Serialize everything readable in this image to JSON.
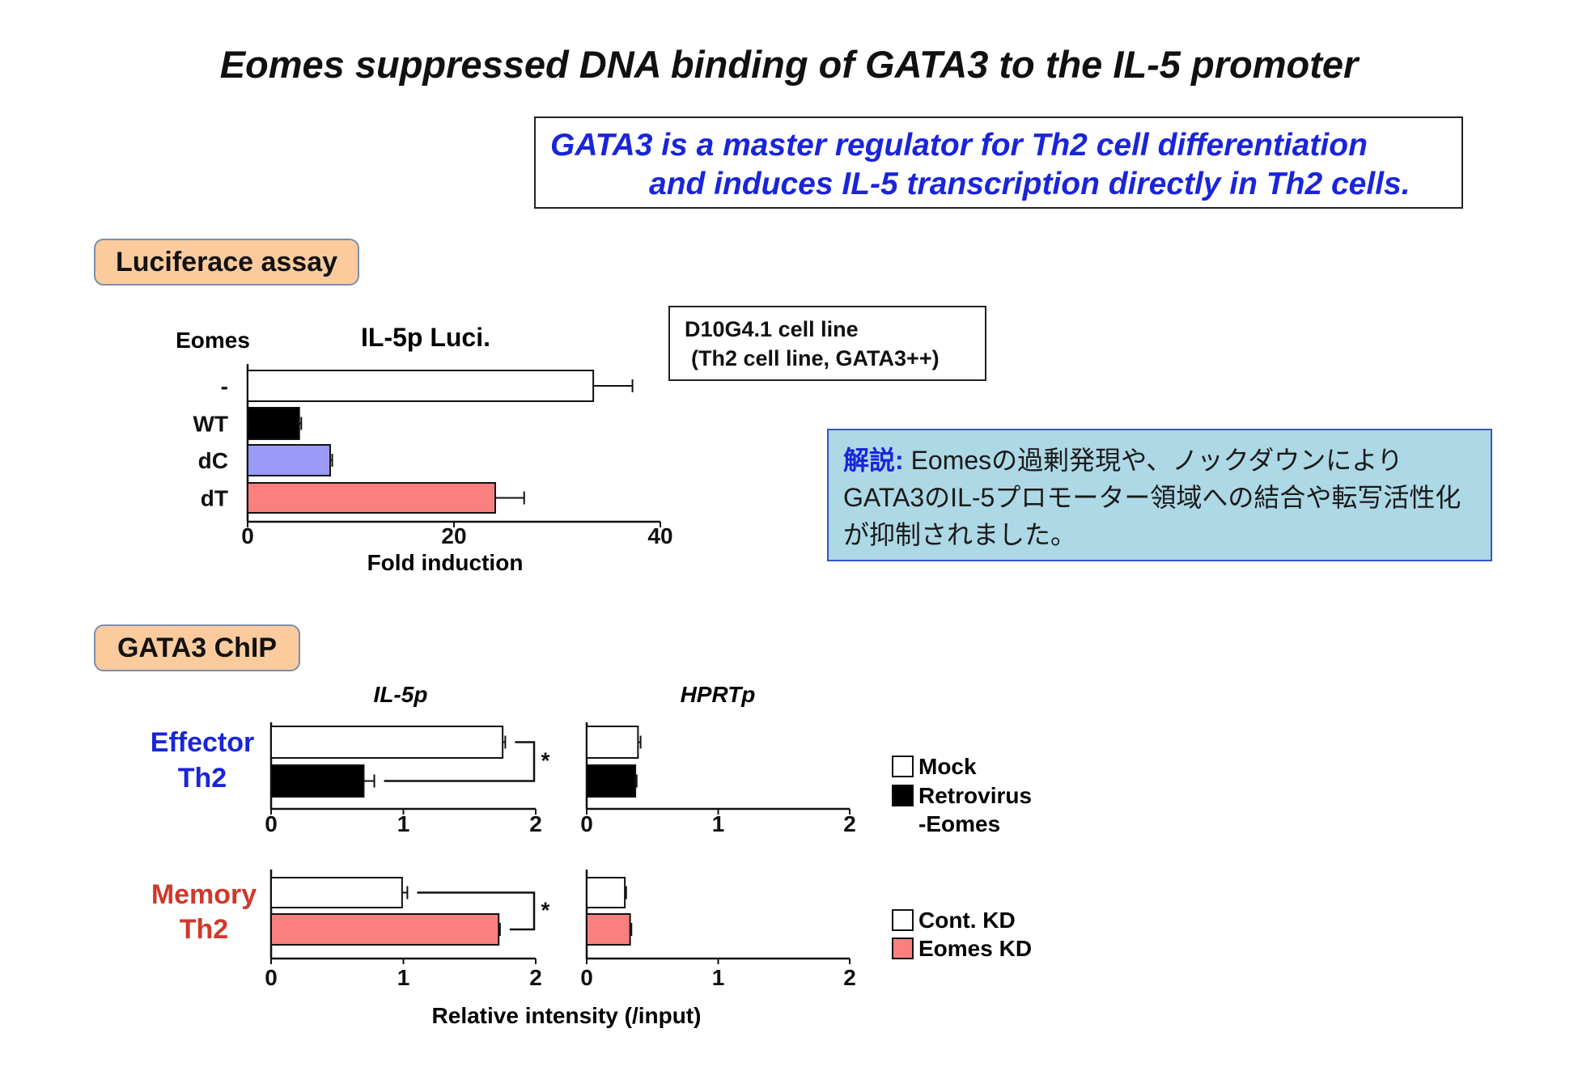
{
  "page_title": "Eomes suppressed DNA binding of GATA3 to the IL-5 promoter",
  "intro": {
    "line1": "GATA3 is a master regulator for Th2 cell differentiation",
    "line2": "and induces IL-5 transcription directly in Th2 cells."
  },
  "sections": {
    "luciferase": "Luciferace assay",
    "chip": "GATA3 ChIP"
  },
  "cell_line": {
    "line1": "D10G4.1 cell line",
    "line2": "(Th2 cell line, GATA3++)"
  },
  "note": {
    "label": "解説:",
    "text": " Eomesの過剰発現や、ノックダウンによりGATA3のIL-5プロモーター領域への結合や転写活性化が抑制されました。"
  },
  "colors": {
    "blue_text": "#1a25d8",
    "red_text": "#d0382a",
    "black_bar": "#000000",
    "purple_bar": "#9b9bf7",
    "pink_bar": "#fa8080",
    "white_bar": "#ffffff"
  },
  "chart_data": [
    {
      "id": "luc",
      "type": "bar",
      "orientation": "horizontal",
      "title": "IL-5p Luci.",
      "category_header": "Eomes",
      "categories": [
        "-",
        "WT",
        "dC",
        "dT"
      ],
      "values": [
        33.5,
        5,
        8,
        24
      ],
      "errors": [
        3.8,
        0.2,
        0.2,
        2.8
      ],
      "colors": [
        "#ffffff",
        "#000000",
        "#9b9bf7",
        "#fa8080"
      ],
      "xlabel": "Fold induction",
      "xlim": [
        0,
        40
      ],
      "xticks": [
        0,
        20,
        40
      ]
    },
    {
      "id": "eff_il5",
      "type": "bar",
      "orientation": "horizontal",
      "title": "IL-5p",
      "row_label": "Effector Th2",
      "values": [
        1.75,
        0.7
      ],
      "errors": [
        0.02,
        0.08
      ],
      "colors": [
        "#ffffff",
        "#000000"
      ],
      "xlim": [
        0,
        2
      ],
      "xticks": [
        0,
        1,
        2
      ],
      "significance": "*"
    },
    {
      "id": "eff_hprt",
      "type": "bar",
      "orientation": "horizontal",
      "title": "HPRTp",
      "values": [
        0.39,
        0.37
      ],
      "errors": [
        0.02,
        0.01
      ],
      "colors": [
        "#ffffff",
        "#000000"
      ],
      "xlim": [
        0,
        2
      ],
      "xticks": [
        0,
        1,
        2
      ]
    },
    {
      "id": "mem_il5",
      "type": "bar",
      "orientation": "horizontal",
      "row_label": "Memory Th2",
      "values": [
        0.99,
        1.72
      ],
      "errors": [
        0.04,
        0.01
      ],
      "colors": [
        "#ffffff",
        "#fa8080"
      ],
      "xlim": [
        0,
        2
      ],
      "xticks": [
        0,
        1,
        2
      ],
      "significance": "*"
    },
    {
      "id": "mem_hprt",
      "type": "bar",
      "orientation": "horizontal",
      "values": [
        0.29,
        0.33
      ],
      "errors": [
        0.01,
        0.01
      ],
      "colors": [
        "#ffffff",
        "#fa8080"
      ],
      "xlim": [
        0,
        2
      ],
      "xticks": [
        0,
        1,
        2
      ]
    }
  ],
  "chip_xlabel": "Relative intensity (/input)",
  "row_labels": {
    "effector_1": "Effector",
    "effector_2": "Th2",
    "memory_1": "Memory",
    "memory_2": "Th2"
  },
  "legends": {
    "effector": [
      {
        "label": "Mock",
        "color": "#ffffff"
      },
      {
        "label": "Retrovirus",
        "color": "#000000"
      },
      {
        "label": "-Eomes"
      }
    ],
    "memory": [
      {
        "label": "Cont. KD",
        "color": "#ffffff"
      },
      {
        "label": "Eomes KD",
        "color": "#fa8080"
      }
    ]
  }
}
